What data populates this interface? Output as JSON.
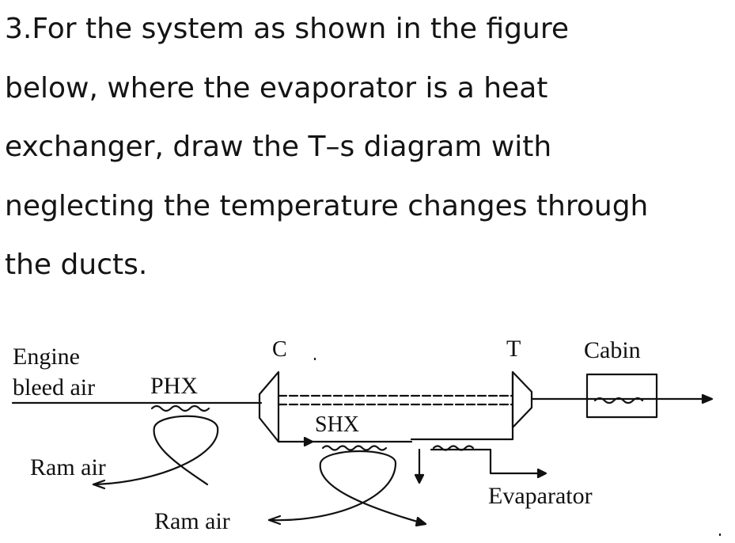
{
  "question": {
    "lines": [
      "3.For the system as shown in the figure",
      "below, where the evaporator is a heat",
      "exchanger, draw the T–s diagram with",
      "neglecting the temperature changes through",
      "the ducts."
    ]
  },
  "figure": {
    "labels": {
      "engine": "Engine",
      "bleed_air": "bleed air",
      "phx": "PHX",
      "compressor": "C",
      "turbine": "T",
      "cabin": "Cabin",
      "shx": "SHX",
      "ram_air_1": "Ram air",
      "ram_air_2": "Ram air",
      "evaporator": "Evaparator"
    }
  }
}
